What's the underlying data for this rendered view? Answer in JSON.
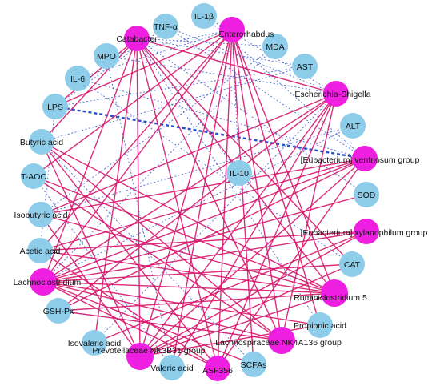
{
  "colors": {
    "bacteria_node": "#ee1fe0",
    "indicator_node": "#8dcdea",
    "positive_edge": "#d6166b",
    "negative_edge": "#2a50cc"
  },
  "nodes": [
    {
      "id": "catabacter",
      "label": "Catabacter",
      "group": "bacteria"
    },
    {
      "id": "enterorhabdus",
      "label": "Enterorhabdus",
      "group": "bacteria"
    },
    {
      "id": "escherichia",
      "label": "Escherichia-Shigella",
      "group": "bacteria"
    },
    {
      "id": "ventriosum",
      "label": "[Eubacterium] ventriosum group",
      "group": "bacteria"
    },
    {
      "id": "xylanophilum",
      "label": "[Eubacterium] xylanophilum group",
      "group": "bacteria"
    },
    {
      "id": "rumini",
      "label": "Ruminiclostridium 5",
      "group": "bacteria"
    },
    {
      "id": "lachno_nk4a",
      "label": "Lachnospiraceae NK4A136 group",
      "group": "bacteria"
    },
    {
      "id": "asf356",
      "label": "ASF356",
      "group": "bacteria"
    },
    {
      "id": "prevo",
      "label": "Prevotellaceae NK3B31 group",
      "group": "bacteria"
    },
    {
      "id": "lachnoclos",
      "label": "Lachnoclostridium",
      "group": "bacteria"
    },
    {
      "id": "tnf",
      "label": "TNF-α",
      "group": "indicator"
    },
    {
      "id": "il1b",
      "label": "IL-1β",
      "group": "indicator"
    },
    {
      "id": "mda",
      "label": "MDA",
      "group": "indicator"
    },
    {
      "id": "ast",
      "label": "AST",
      "group": "indicator"
    },
    {
      "id": "alt",
      "label": "ALT",
      "group": "indicator"
    },
    {
      "id": "sod",
      "label": "SOD",
      "group": "indicator"
    },
    {
      "id": "cat",
      "label": "CAT",
      "group": "indicator"
    },
    {
      "id": "propionic",
      "label": "Propionic acid",
      "group": "indicator"
    },
    {
      "id": "scfas",
      "label": "SCFAs",
      "group": "indicator"
    },
    {
      "id": "valeric",
      "label": "Valeric acid",
      "group": "indicator"
    },
    {
      "id": "isovaleric",
      "label": "Isovaleric acid",
      "group": "indicator"
    },
    {
      "id": "gshpx",
      "label": "GSH-Px",
      "group": "indicator"
    },
    {
      "id": "acetic",
      "label": "Acetic acid",
      "group": "indicator"
    },
    {
      "id": "isobutyric",
      "label": "Isobutyric acid",
      "group": "indicator"
    },
    {
      "id": "taoc",
      "label": "T-AOC",
      "group": "indicator"
    },
    {
      "id": "butyric",
      "label": "Butyric acid",
      "group": "indicator"
    },
    {
      "id": "lps",
      "label": "LPS",
      "group": "indicator"
    },
    {
      "id": "il6",
      "label": "IL-6",
      "group": "indicator"
    },
    {
      "id": "mpo",
      "label": "MPO",
      "group": "indicator"
    },
    {
      "id": "il10",
      "label": "IL-10",
      "group": "indicator"
    }
  ],
  "edges": [
    {
      "s": "catabacter",
      "t": "lachnoclos",
      "type": "positive"
    },
    {
      "s": "catabacter",
      "t": "rumini",
      "type": "positive"
    },
    {
      "s": "catabacter",
      "t": "lachno_nk4a",
      "type": "positive"
    },
    {
      "s": "catabacter",
      "t": "prevo",
      "type": "positive"
    },
    {
      "s": "catabacter",
      "t": "escherichia",
      "type": "positive"
    },
    {
      "s": "catabacter",
      "t": "lps",
      "type": "positive"
    },
    {
      "s": "catabacter",
      "t": "butyric",
      "type": "positive"
    },
    {
      "s": "catabacter",
      "t": "isovaleric",
      "type": "positive"
    },
    {
      "s": "catabacter",
      "t": "asf356",
      "type": "positive"
    },
    {
      "s": "enterorhabdus",
      "t": "lachnoclos",
      "type": "positive"
    },
    {
      "s": "enterorhabdus",
      "t": "rumini",
      "type": "positive"
    },
    {
      "s": "enterorhabdus",
      "t": "lachno_nk4a",
      "type": "positive"
    },
    {
      "s": "enterorhabdus",
      "t": "prevo",
      "type": "positive"
    },
    {
      "s": "enterorhabdus",
      "t": "asf356",
      "type": "positive"
    },
    {
      "s": "enterorhabdus",
      "t": "taoc",
      "type": "positive"
    },
    {
      "s": "enterorhabdus",
      "t": "acetic",
      "type": "positive"
    },
    {
      "s": "enterorhabdus",
      "t": "lps",
      "type": "positive"
    },
    {
      "s": "enterorhabdus",
      "t": "scfas",
      "type": "positive"
    },
    {
      "s": "enterorhabdus",
      "t": "valeric",
      "type": "positive"
    },
    {
      "s": "escherichia",
      "t": "lachnoclos",
      "type": "positive"
    },
    {
      "s": "escherichia",
      "t": "prevo",
      "type": "positive"
    },
    {
      "s": "escherichia",
      "t": "asf356",
      "type": "positive"
    },
    {
      "s": "escherichia",
      "t": "lachno_nk4a",
      "type": "positive"
    },
    {
      "s": "escherichia",
      "t": "isobutyric",
      "type": "positive"
    },
    {
      "s": "escherichia",
      "t": "valeric",
      "type": "positive"
    },
    {
      "s": "escherichia",
      "t": "gshpx",
      "type": "positive"
    },
    {
      "s": "ventriosum",
      "t": "lachnoclos",
      "type": "positive"
    },
    {
      "s": "ventriosum",
      "t": "prevo",
      "type": "positive"
    },
    {
      "s": "ventriosum",
      "t": "asf356",
      "type": "positive"
    },
    {
      "s": "ventriosum",
      "t": "acetic",
      "type": "positive"
    },
    {
      "s": "ventriosum",
      "t": "isobutyric",
      "type": "positive"
    },
    {
      "s": "ventriosum",
      "t": "gshpx",
      "type": "positive"
    },
    {
      "s": "xylanophilum",
      "t": "lachnoclos",
      "type": "positive"
    },
    {
      "s": "xylanophilum",
      "t": "prevo",
      "type": "positive"
    },
    {
      "s": "xylanophilum",
      "t": "isovaleric",
      "type": "positive"
    },
    {
      "s": "xylanophilum",
      "t": "acetic",
      "type": "positive"
    },
    {
      "s": "rumini",
      "t": "lachnoclos",
      "type": "positive"
    },
    {
      "s": "rumini",
      "t": "taoc",
      "type": "positive"
    },
    {
      "s": "rumini",
      "t": "isobutyric",
      "type": "positive"
    },
    {
      "s": "rumini",
      "t": "butyric",
      "type": "positive"
    },
    {
      "s": "rumini",
      "t": "gshpx",
      "type": "positive"
    },
    {
      "s": "rumini",
      "t": "prevo",
      "type": "positive"
    },
    {
      "s": "rumini",
      "t": "acetic",
      "type": "positive"
    },
    {
      "s": "lachno_nk4a",
      "t": "butyric",
      "type": "positive"
    },
    {
      "s": "lachno_nk4a",
      "t": "lachnoclos",
      "type": "positive"
    },
    {
      "s": "lachno_nk4a",
      "t": "taoc",
      "type": "positive"
    },
    {
      "s": "lachno_nk4a",
      "t": "gshpx",
      "type": "positive"
    },
    {
      "s": "asf356",
      "t": "lachnoclos",
      "type": "positive"
    },
    {
      "s": "asf356",
      "t": "acetic",
      "type": "positive"
    },
    {
      "s": "asf356",
      "t": "butyric",
      "type": "positive"
    },
    {
      "s": "prevo",
      "t": "isobutyric",
      "type": "positive"
    },
    {
      "s": "prevo",
      "t": "butyric",
      "type": "positive"
    },
    {
      "s": "prevo",
      "t": "cat",
      "type": "positive"
    },
    {
      "s": "prevo",
      "t": "propionic",
      "type": "positive"
    },
    {
      "s": "lachnoclos",
      "t": "cat",
      "type": "positive"
    },
    {
      "s": "lachnoclos",
      "t": "propionic",
      "type": "positive"
    },
    {
      "s": "lachnoclos",
      "t": "scfas",
      "type": "positive"
    },
    {
      "s": "lachnoclos",
      "t": "sod",
      "type": "positive"
    },
    {
      "s": "catabacter",
      "t": "cat",
      "type": "positive"
    },
    {
      "s": "enterorhabdus",
      "t": "propionic",
      "type": "positive"
    },
    {
      "s": "lps",
      "t": "ventriosum",
      "type": "negative-strong"
    },
    {
      "s": "tnf",
      "t": "escherichia",
      "type": "negative"
    },
    {
      "s": "il1b",
      "t": "escherichia",
      "type": "negative"
    },
    {
      "s": "il1b",
      "t": "ventriosum",
      "type": "negative"
    },
    {
      "s": "tnf",
      "t": "ventriosum",
      "type": "negative"
    },
    {
      "s": "mda",
      "t": "lachnoclos",
      "type": "negative"
    },
    {
      "s": "mda",
      "t": "isobutyric",
      "type": "negative"
    },
    {
      "s": "ast",
      "t": "butyric",
      "type": "negative"
    },
    {
      "s": "ast",
      "t": "lps",
      "type": "negative"
    },
    {
      "s": "mpo",
      "t": "escherichia",
      "type": "negative"
    },
    {
      "s": "il6",
      "t": "ventriosum",
      "type": "negative"
    },
    {
      "s": "il6",
      "t": "enterorhabdus",
      "type": "negative"
    },
    {
      "s": "mpo",
      "t": "enterorhabdus",
      "type": "negative"
    },
    {
      "s": "tnf",
      "t": "lps",
      "type": "negative"
    },
    {
      "s": "catabacter",
      "t": "ast",
      "type": "negative"
    },
    {
      "s": "catabacter",
      "t": "mda",
      "type": "negative"
    },
    {
      "s": "catabacter",
      "t": "il10",
      "type": "negative"
    },
    {
      "s": "alt",
      "t": "lachnoclos",
      "type": "negative"
    },
    {
      "s": "alt",
      "t": "isobutyric",
      "type": "negative"
    },
    {
      "s": "sod",
      "t": "catabacter",
      "type": "negative"
    },
    {
      "s": "taoc",
      "t": "valeric",
      "type": "negative"
    },
    {
      "s": "butyric",
      "t": "scfas",
      "type": "negative"
    },
    {
      "s": "gshpx",
      "t": "lachno_nk4a",
      "type": "negative"
    },
    {
      "s": "isovaleric",
      "t": "escherichia",
      "type": "negative"
    },
    {
      "s": "propionic",
      "t": "catabacter",
      "type": "negative"
    },
    {
      "s": "il10",
      "t": "enterorhabdus",
      "type": "negative"
    },
    {
      "s": "acetic",
      "t": "lps",
      "type": "negative"
    },
    {
      "s": "valeric",
      "t": "mpo",
      "type": "negative"
    },
    {
      "s": "cat",
      "t": "il6",
      "type": "negative"
    }
  ]
}
